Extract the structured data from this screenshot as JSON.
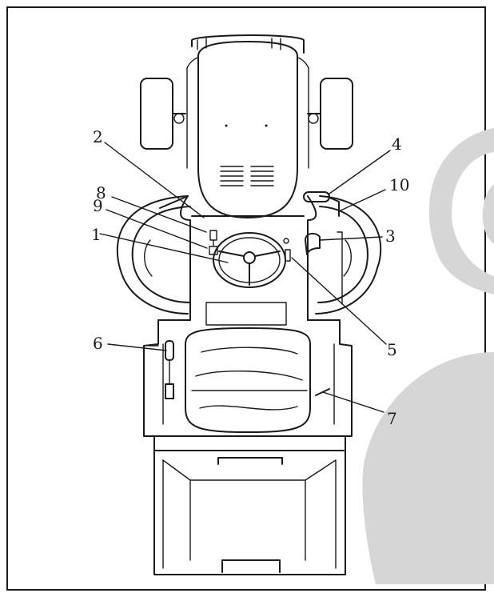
{
  "figure": {
    "callouts": [
      {
        "id": "c1",
        "text": "1"
      },
      {
        "id": "c2",
        "text": "2"
      },
      {
        "id": "c3",
        "text": "3"
      },
      {
        "id": "c4",
        "text": "4"
      },
      {
        "id": "c5",
        "text": "5"
      },
      {
        "id": "c6",
        "text": "6"
      },
      {
        "id": "c7",
        "text": "7"
      },
      {
        "id": "c8",
        "text": "8"
      },
      {
        "id": "c9",
        "text": "9"
      },
      {
        "id": "c10",
        "text": "10"
      }
    ]
  }
}
